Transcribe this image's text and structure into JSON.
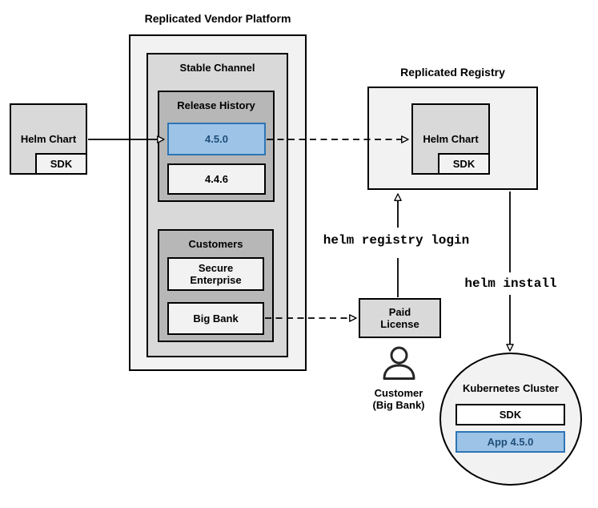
{
  "platform": {
    "title": "Replicated Vendor Platform",
    "stable_channel_label": "Stable Channel",
    "release_history_label": "Release History",
    "releases": [
      {
        "version": "4.5.0",
        "highlighted": true
      },
      {
        "version": "4.4.6",
        "highlighted": false
      }
    ],
    "customers_label": "Customers",
    "customers": [
      {
        "name": "Secure Enterprise"
      },
      {
        "name": "Big Bank"
      }
    ]
  },
  "source_chart": {
    "label": "Helm Chart",
    "sdk": "SDK"
  },
  "registry": {
    "title": "Replicated Registry",
    "chart_label": "Helm Chart",
    "sdk": "SDK"
  },
  "license": {
    "lines": [
      "Paid",
      "License"
    ]
  },
  "customer_caption": {
    "lines": [
      "Customer",
      "(Big Bank)"
    ]
  },
  "cluster": {
    "title": "Kubernetes Cluster",
    "sdk": "SDK",
    "app": "App 4.5.0"
  },
  "commands": {
    "login": "helm registry login",
    "install": "helm install"
  },
  "colors": {
    "container_light": "#F2F2F2",
    "container_mid": "#D9D9D9",
    "container_dark": "#B7B7B7",
    "highlight_fill": "#9DC3E6",
    "highlight_border": "#2E75B6",
    "highlight_text": "#1F4E79",
    "line": "#000000"
  }
}
